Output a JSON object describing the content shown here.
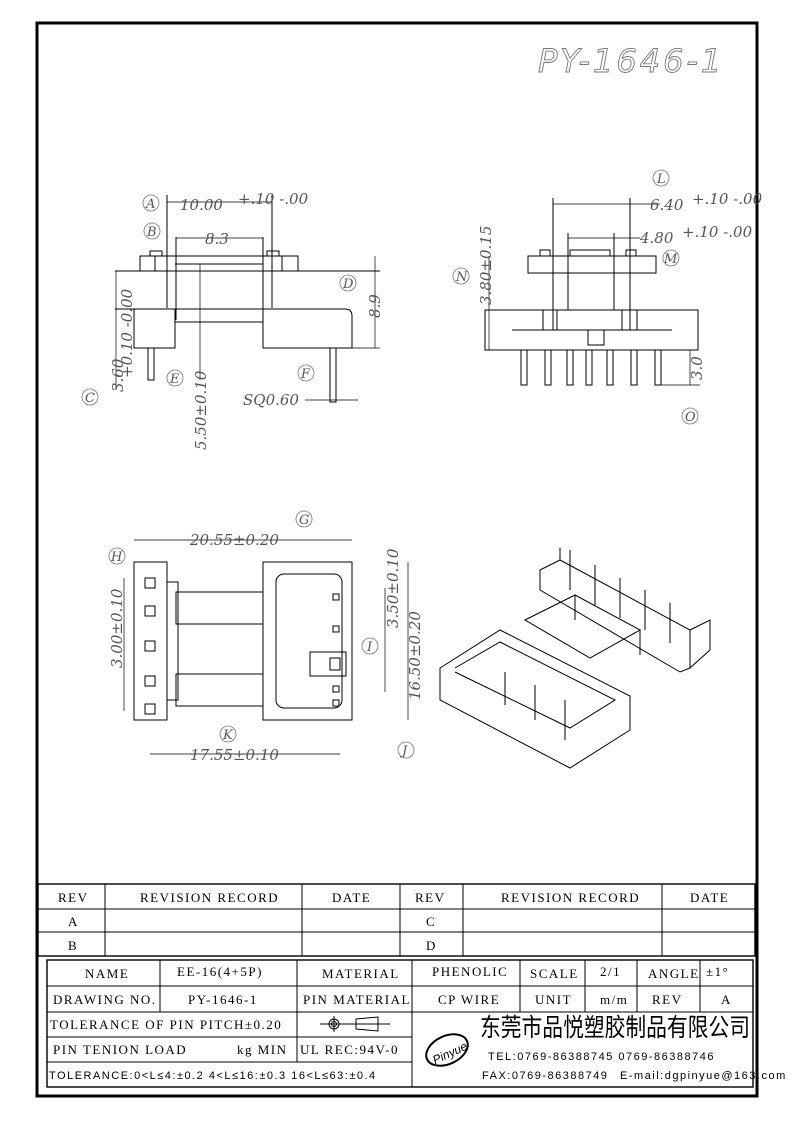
{
  "title": "PY-1646-1",
  "front_view": {
    "callouts": [
      "A",
      "B",
      "C",
      "D",
      "E",
      "F"
    ],
    "dims": {
      "width": "10.00",
      "width_tol": "+.10 -.00",
      "inner": "8.3",
      "height": "8.9",
      "c": "3.60",
      "c_tol": "+0.10 -0.00",
      "e": "5.50±0.10",
      "pin": "SQ0.60"
    }
  },
  "side_view": {
    "callouts": [
      "L",
      "M",
      "N",
      "O"
    ],
    "dims": {
      "l": "6.40",
      "l_tol": "+.10 -.00",
      "m": "4.80",
      "m_tol": "+.10 -.00",
      "n": "3.80±0.15",
      "o": "3.0"
    }
  },
  "bottom_view": {
    "callouts": [
      "G",
      "H",
      "I",
      "J",
      "K"
    ],
    "dims": {
      "g": "20.55±0.20",
      "h": "3.00±0.10",
      "i": "3.50±0.10",
      "j": "16.50±0.20",
      "k": "17.55±0.10"
    }
  },
  "revision_table": {
    "headers": [
      "REV",
      "REVISION RECORD",
      "DATE",
      "REV",
      "REVISION RECORD",
      "DATE"
    ],
    "rows": [
      [
        "A",
        "",
        "",
        "C",
        "",
        ""
      ],
      [
        "B",
        "",
        "",
        "D",
        "",
        ""
      ]
    ]
  },
  "title_block": {
    "name_label": "NAME",
    "name": "EE-16(4+5P)",
    "material_label": "MATERIAL",
    "material": "PHENOLIC",
    "scale_label": "SCALE",
    "scale": "2/1",
    "angle_label": "ANGLE",
    "angle": "±1°",
    "drawing_no_label": "DRAWING NO.",
    "drawing_no": "PY-1646-1",
    "pin_material_label": "PIN MATERIAL",
    "pin_material": "CP WIRE",
    "unit_label": "UNIT",
    "unit": "m/m",
    "rev_label": "REV",
    "rev": "A",
    "pin_pitch_tol": "TOLERANCE OF PIN PITCH±0.20",
    "pin_load": "PIN TENION LOAD",
    "pin_load_unit": "kg MIN",
    "ul": "UL REC:94V-0",
    "tolerance": "TOLERANCE:0<L≤4:±0.2  4<L≤16:±0.3  16<L≤63:±0.4",
    "logo": "Pinyue",
    "company": "东莞市品悦塑胶制品有限公司",
    "tel": "TEL:0769-86388745     0769-86388746",
    "fax": "FAX:0769-86388749",
    "email": "E-mail:dgpinyue@163.com"
  }
}
